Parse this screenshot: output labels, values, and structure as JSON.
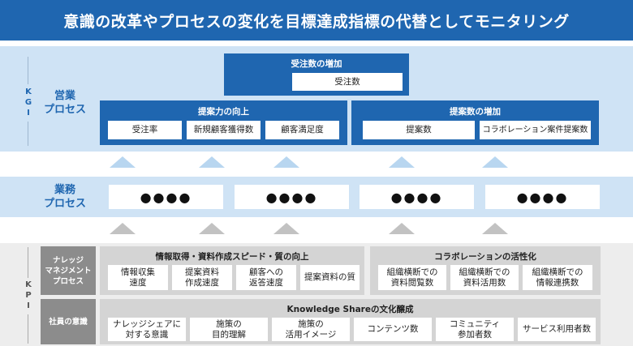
{
  "title": "意識の改革やプロセスの変化を目標達成指標の代替としてモニタリング",
  "kgi": {
    "label": "KGI",
    "row_label": "営業\nプロセス",
    "top_box": {
      "title": "受注数の増加",
      "cell": "受注数"
    },
    "left_box": {
      "title": "提案力の向上",
      "cells": [
        "受注率",
        "新規顧客獲得数",
        "顧客満足度"
      ]
    },
    "right_box": {
      "title": "提案数の増加",
      "cells": [
        "提案数",
        "コラボレーション案件提案数"
      ]
    }
  },
  "business": {
    "row_label": "業務\nプロセス",
    "placeholders": [
      "●●●●",
      "●●●●",
      "●●●●",
      "●●●●"
    ]
  },
  "kpi": {
    "label": "KPI",
    "km_label": "ナレッジ\nマネジメント\nプロセス",
    "km_left": {
      "title": "情報取得・資料作成スピード・質の向上",
      "cells": [
        "情報収集\n速度",
        "提案資料\n作成速度",
        "顧客への\n返答速度",
        "提案資料の質"
      ]
    },
    "km_right": {
      "title": "コラボレーションの活性化",
      "cells": [
        "組織横断での\n資料閲覧数",
        "組織横断での\n資料活用数",
        "組織横断での\n情報連携数"
      ]
    },
    "mind_label": "社員の意識",
    "mind_box": {
      "title": "Knowledge Shareの文化醸成",
      "cells": [
        "ナレッジシェアに\n対する意識",
        "施策の\n目的理解",
        "施策の\n活用イメージ",
        "コンテンツ数",
        "コミュニティ\n参加者数",
        "サービス利用者数"
      ]
    }
  },
  "colors": {
    "primary": "#1f66b0",
    "light_band": "#cfe3f5",
    "gray_band": "#ededed",
    "gray_label": "#8c8c8c",
    "gray_box": "#d4d4d4"
  }
}
